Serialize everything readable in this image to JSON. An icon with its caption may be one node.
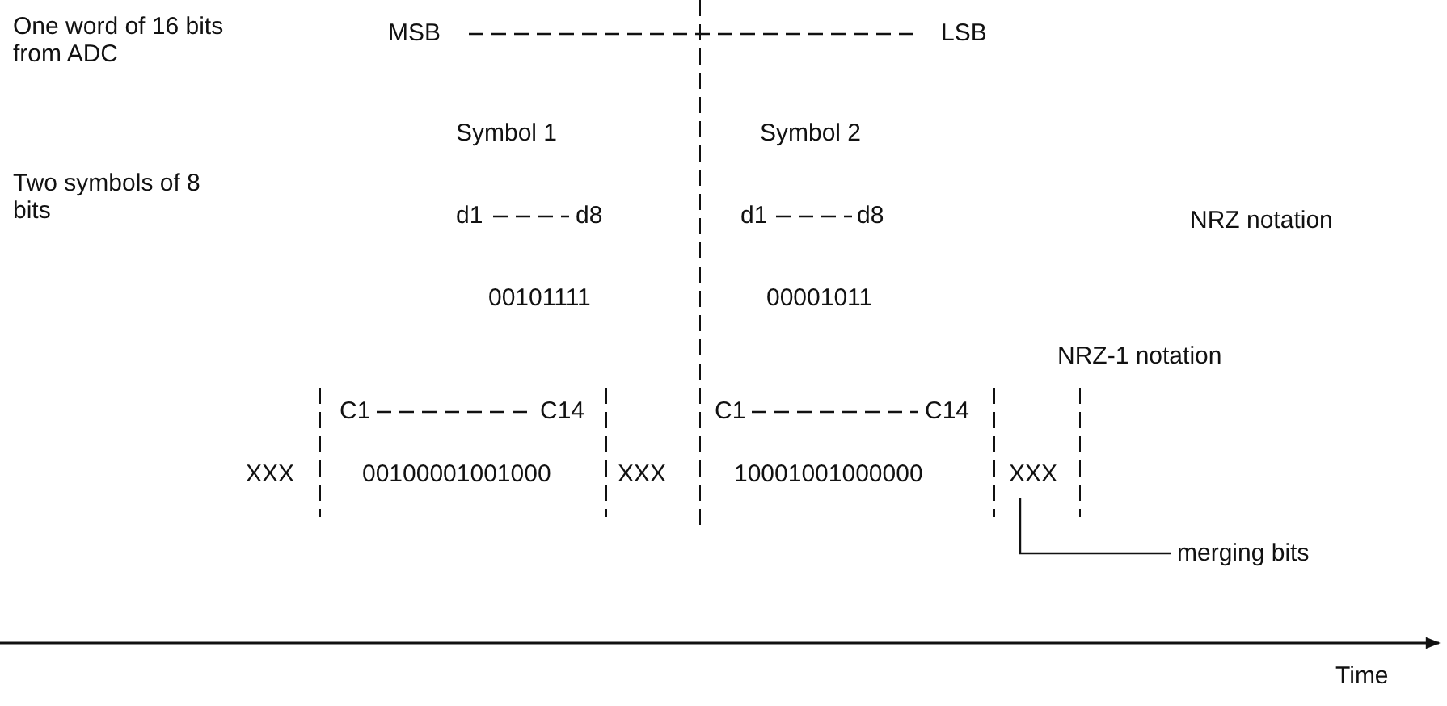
{
  "diagram": {
    "nodes": [
      {
        "text": [
          "merging bits"
        ]
      },
      {
        "text": [
          "XXX"
        ]
      }
    ],
    "edges": [
      {
        "from": 0,
        "to": 1,
        "arrow": "none"
      }
    ],
    "labels": [
      "One word of 16 bits from ADC",
      "MSB",
      "LSB",
      "Symbol 1",
      "Symbol 2",
      "Two symbols of 8 bits",
      "d1",
      "d8",
      "d1",
      "d8",
      "NRZ notation",
      "00101111",
      "00001011",
      "NRZ-1 notation",
      "C1",
      "C14",
      "C1",
      "C14",
      "XXX",
      "00100001001000",
      "XXX",
      "10001001000000",
      "Time"
    ]
  }
}
